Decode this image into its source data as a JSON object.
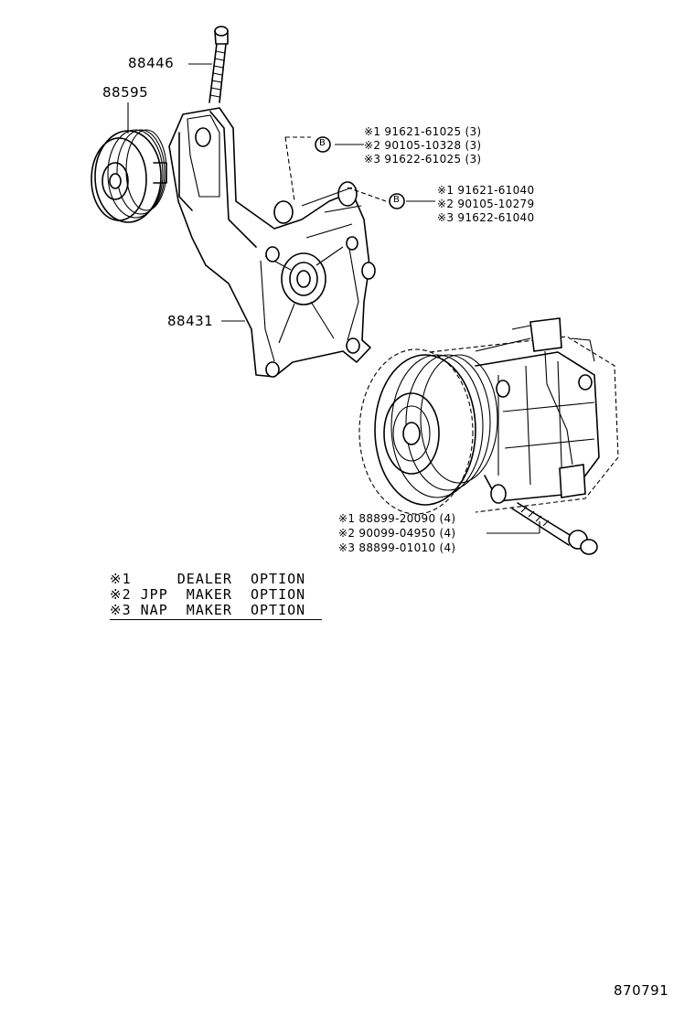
{
  "parts": {
    "bolt_top": "88446",
    "pulley": "88595",
    "bracket": "88431"
  },
  "bolt_group_1": {
    "circle_letter": "B",
    "lines": [
      "※1 91621-61025 (3)",
      "※2 90105-10328 (3)",
      "※3 91622-61025 (3)"
    ]
  },
  "bolt_group_2": {
    "circle_letter": "B",
    "lines": [
      "※1 91621-61040",
      "※2 90105-10279",
      "※3 91622-61040"
    ]
  },
  "bolt_group_3": {
    "lines": [
      "※1 88899-20090 (4)",
      "※2 90099-04950 (4)",
      "※3 88899-01010 (4)"
    ]
  },
  "legend": {
    "rows": [
      "※1     DEALER  OPTION",
      "※2 JPP  MAKER  OPTION",
      "※3 NAP  MAKER  OPTION"
    ]
  },
  "figure_number": "870791"
}
